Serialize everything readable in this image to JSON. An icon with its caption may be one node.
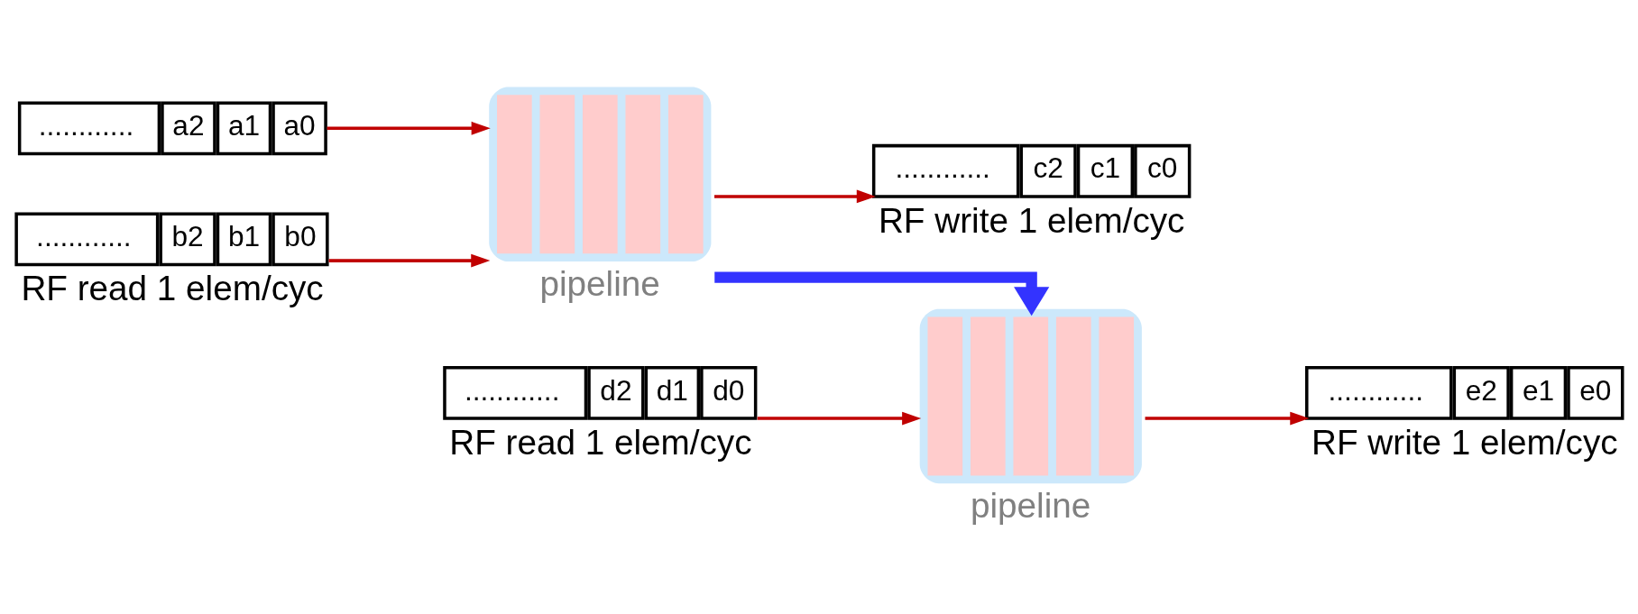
{
  "diagram": {
    "nodes": [
      {
        "text": [
          "............",
          "a2",
          "a1",
          "a0"
        ]
      },
      {
        "text": [
          "............",
          "b2",
          "b1",
          "b0"
        ],
        "beside": [
          "RF read 1 elem/cyc"
        ]
      },
      {
        "text": [],
        "shape": "box",
        "beside": [
          "pipeline"
        ]
      },
      {
        "text": [
          "............",
          "c2",
          "c1",
          "c0"
        ],
        "beside": [
          "RF write 1 elem/cyc"
        ]
      },
      {
        "text": [],
        "shape": "box",
        "beside": [
          "pipeline"
        ]
      },
      {
        "text": [
          "............",
          "e2",
          "e1",
          "e0"
        ],
        "beside": [
          "RF write 1 elem/cyc"
        ]
      },
      {
        "text": [
          "............",
          "d2",
          "d1",
          "d0"
        ],
        "beside": [
          "RF read 1 elem/cyc"
        ]
      }
    ],
    "edges": [
      {
        "from": 0,
        "to": 2,
        "arrow": "to"
      },
      {
        "from": 1,
        "to": 2,
        "arrow": "to"
      },
      {
        "from": 2,
        "to": 3,
        "arrow": "to"
      },
      {
        "from": 2,
        "to": 4,
        "arrow": "to",
        "style": "thick",
        "color": "#3333ff"
      },
      {
        "from": 6,
        "to": 4,
        "arrow": "to"
      },
      {
        "from": 4,
        "to": 5,
        "arrow": "to"
      }
    ]
  }
}
